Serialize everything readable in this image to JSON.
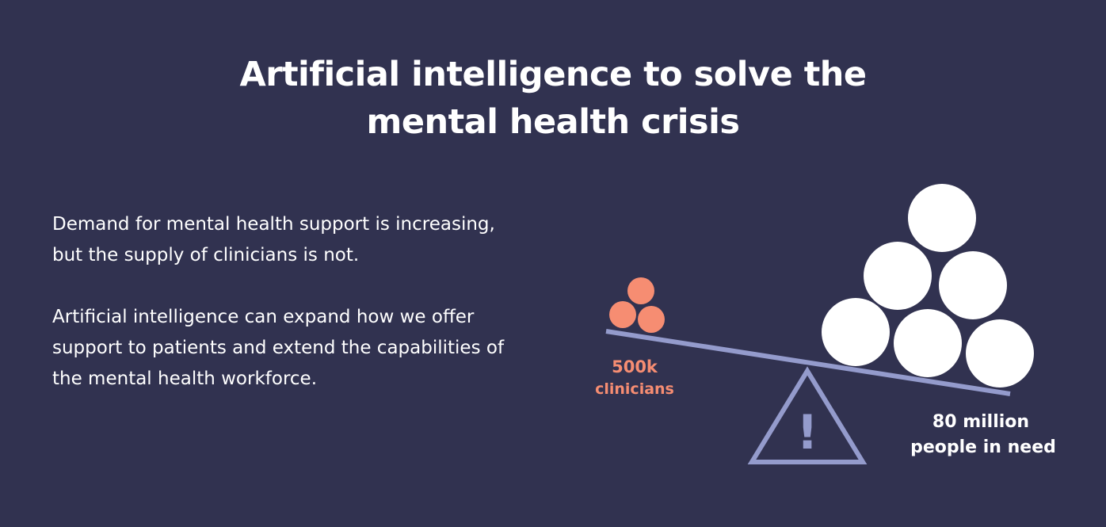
{
  "header": {
    "title_line1": "Artificial intelligence to solve the",
    "title_line2": "mental health crisis"
  },
  "intro": {
    "paragraph1_line1": "Demand for mental health support is increasing,",
    "paragraph1_line2": "but the supply of clinicians is not.",
    "paragraph2_line1": "Artificial intelligence can expand how we offer",
    "paragraph2_line2": "support to patients and extend the capabilities of",
    "paragraph2_line3": "the mental health workforce."
  },
  "diagram": {
    "left_value": "500k",
    "left_label": "clinicians",
    "right_value": "80 million",
    "right_label": "people in need",
    "warning_symbol": "!",
    "icons": [
      "balance-scale-icon",
      "warning-triangle-icon"
    ],
    "colors": {
      "background": "#313250",
      "beam": "#949bcc",
      "clinicians": "#f68d72",
      "people": "#ffffff"
    }
  }
}
